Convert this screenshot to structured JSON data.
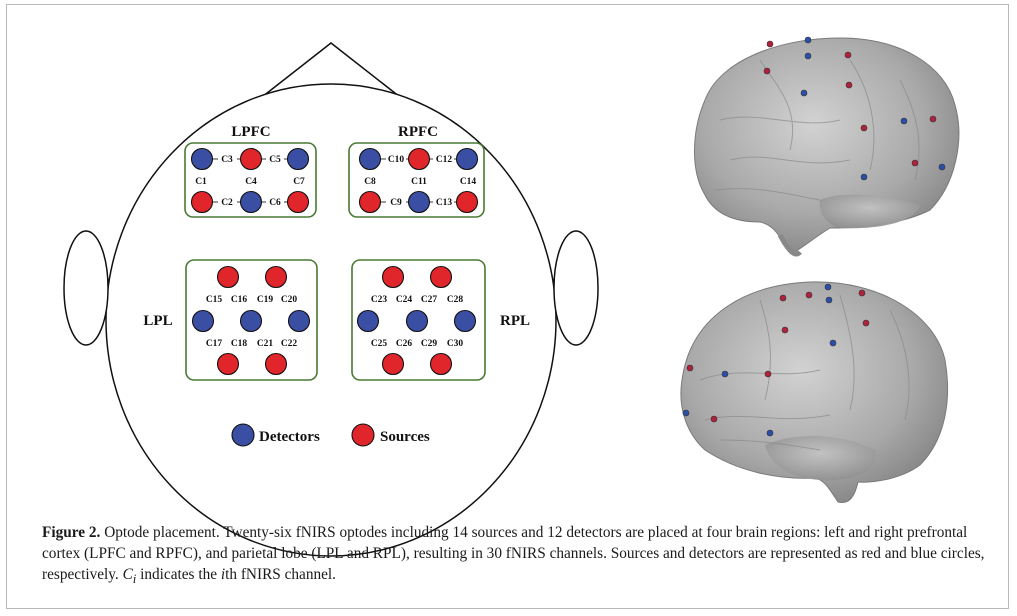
{
  "regions": {
    "lpfc": "LPFC",
    "rpfc": "RPFC",
    "lpl": "LPL",
    "rpl": "RPL"
  },
  "legend": {
    "detectors": "Detectors",
    "sources": "Sources"
  },
  "colors": {
    "detector": "#3a4fa3",
    "source": "#e0262b",
    "box_border": "#4a7a33",
    "brain": "#a9a9a9"
  },
  "channels": {
    "lpfc": [
      "C1",
      "C2",
      "C3",
      "C4",
      "C5",
      "C6",
      "C7"
    ],
    "rpfc": [
      "C8",
      "C9",
      "C10",
      "C11",
      "C12",
      "C13",
      "C14"
    ],
    "lpl": [
      "C15",
      "C16",
      "C17",
      "C18",
      "C19",
      "C20",
      "C21",
      "C22"
    ],
    "rpl": [
      "C23",
      "C24",
      "C25",
      "C26",
      "C27",
      "C28",
      "C29",
      "C30"
    ]
  },
  "caption": {
    "label": "Figure 2.",
    "text_1": "Optode placement. Twenty-six fNIRS optodes including 14 sources and 12 detectors are placed at four brain regions: left",
    "text_2": "and right prefrontal cortex (LPFC and RPFC), and parietal lobe (LPL and RPL), resulting in 30 fNIRS channels. Sources and",
    "text_3_pre": "detectors are represented as red and blue circles, respectively.",
    "ci_symbol": "C",
    "ci_sub": "i",
    "text_3_mid": "indicates the",
    "ith_i": "i",
    "text_3_post": "th fNIRS channel."
  }
}
